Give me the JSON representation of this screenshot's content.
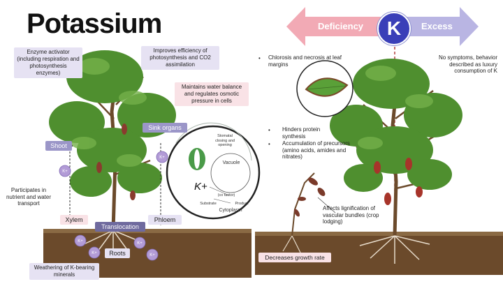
{
  "title": "Potassium",
  "scale": {
    "deficiency": "Deficiency",
    "excess": "Excess",
    "symbol": "K"
  },
  "left_labels": {
    "enzyme_activator": "Enzyme activator (including respiration and photosynthesis enzymes)",
    "photosynthesis": "Improves efficiency of photosynthesis and CO2 assimilation",
    "water_balance": "Maintains water balance and regulates osmotic pressure in cells",
    "sink_organs": "Sink organs",
    "shoot": "Shoot",
    "participates": "Participates in nutrient and water transport",
    "xylem": "Xylem",
    "translocation": "Translocation",
    "phloem": "Phloem",
    "roots": "Roots",
    "weathering": "Weathering of K-bearing minerals",
    "ion": "K+"
  },
  "magnifier": {
    "stomatal": "Stomatal closing and opening",
    "vacuole": "Vacuole",
    "ion": "K+",
    "cofactor": "(co factor)",
    "substrate": "Substrate",
    "product": "Product",
    "cytoplasm": "Cytoplasm"
  },
  "right_labels": {
    "chlorosis": "Chlorosis and necrosis at leaf margins",
    "no_symptoms": "No symptoms, behavior described as luxury consumption of K",
    "hinders": "Hinders protein synthesis",
    "accumulation": "Accumulation of precursors (amino acids, amides and nitrates)",
    "lignification": "Affects lignification of vascular bundles (crop lodging)",
    "growth": "Decreases growth rate"
  },
  "colors": {
    "deficiency_arrow": "#f2aab5",
    "excess_arrow": "#b9b5e3",
    "k_circle": "#3a3fb8",
    "soil": "#6b4a2b",
    "leaf": "#4f8f2f"
  },
  "icons": [
    "k-ion-bubble-icon",
    "leaf-icon",
    "root-icon",
    "divider-line-icon"
  ]
}
